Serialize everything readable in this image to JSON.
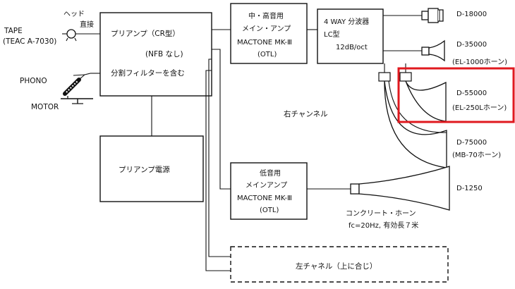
{
  "source": {
    "tape_label": "TAPE",
    "tape_model": "(TEAC A-7030)",
    "head_label": "ヘッド",
    "direct_label": "直接",
    "phono_label": "PHONO",
    "motor_label": "MOTOR"
  },
  "preamp": {
    "title": "プリアンプ（CR型）",
    "nfb": "(NFB なし)",
    "filter": "分割フィルターを含む"
  },
  "preamp_power": {
    "label": "プリアンプ電源"
  },
  "main_amp_high": {
    "line1": "中・高音用",
    "line2": "メイン・アンプ",
    "line3": "MACTONE MK-Ⅲ",
    "line4": "(OTL)"
  },
  "main_amp_low": {
    "line1": "低音用",
    "line2": "メインアンプ",
    "line3": "MACTONE MK-Ⅲ",
    "line4": "(OTL)"
  },
  "divider": {
    "line1": "4 WAY 分波器",
    "line2": "LC型",
    "line3": "12dB/oct"
  },
  "right_channel": {
    "label": "右チャンネル"
  },
  "left_channel": {
    "label": "左チャネル（上に合じ）"
  },
  "speakers": {
    "d18000": "D-18000",
    "d35000": "D-35000",
    "d35000_horn": "(EL-1000ホーン)",
    "d55000": "D-55000",
    "d55000_horn": "(EL-250Lホーン)",
    "d75000": "D-75000",
    "d75000_horn": "(MB-70ホーン)",
    "d1250": "D-1250"
  },
  "concrete_horn": {
    "label": "コンクリート・ホーン",
    "spec": "fc=20Hz, 有効長７米"
  },
  "highlight": {
    "color": "#e0191f",
    "target": "D-55000"
  },
  "colors": {
    "line": "#111111",
    "background": "#ffffff"
  }
}
